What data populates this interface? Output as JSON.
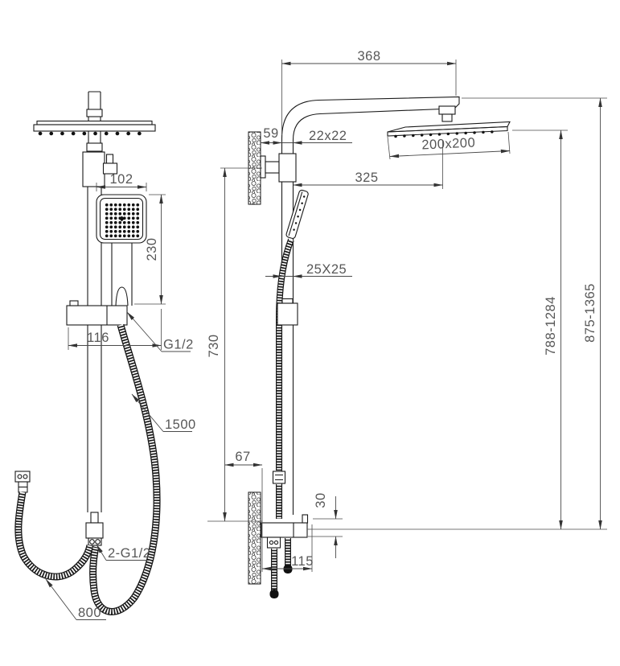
{
  "drawing": {
    "dimensions": {
      "front": {
        "hand_head_width": "102",
        "hand_shower_length": "230",
        "slider_width": "116",
        "outlet_thread": "G1/2",
        "shower_hose_length": "1500",
        "inlet_threads": "2-G1/2",
        "supply_hose_length": "800"
      },
      "side": {
        "arm_length": "368",
        "wall_clearance": "59",
        "arm_section": "22x22",
        "rain_head_size": "200x200",
        "head_projection": "325",
        "pipe_section": "25X25",
        "wall_bracket_span": "730",
        "hose_offset": "67",
        "outlet_offset": "30",
        "bottom_depth": "115",
        "rail_height_range": "788-1284",
        "overall_height_range": "875-1365"
      }
    },
    "colors": {
      "line": "#1a1a1a",
      "dimension_line": "#4a4a4a",
      "dimension_text": "#575757",
      "background": "#ffffff"
    }
  }
}
